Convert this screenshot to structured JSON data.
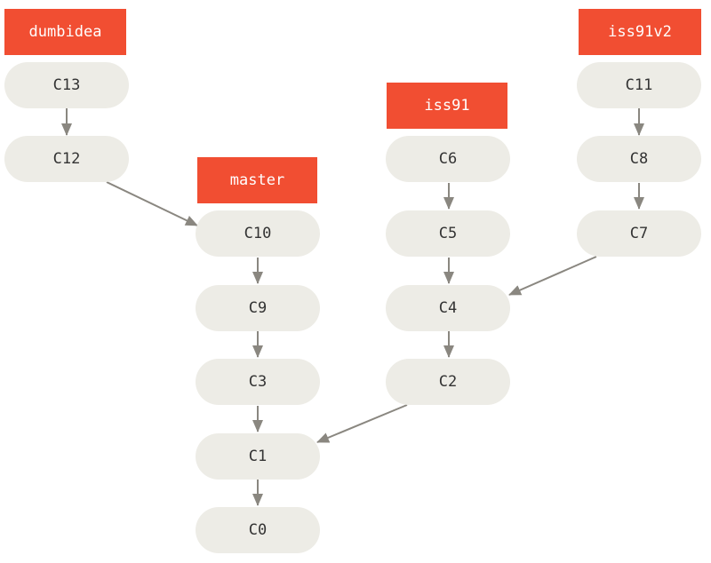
{
  "colors": {
    "commit_fill": "#edece6",
    "branch_fill": "#f14e32",
    "arrow": "#8a8780",
    "commit_text": "#333333",
    "branch_text": "#ffffff"
  },
  "branches": {
    "dumbidea": "dumbidea",
    "master": "master",
    "iss91": "iss91",
    "iss91v2": "iss91v2"
  },
  "commits": {
    "c0": "C0",
    "c1": "C1",
    "c2": "C2",
    "c3": "C3",
    "c4": "C4",
    "c5": "C5",
    "c6": "C6",
    "c7": "C7",
    "c8": "C8",
    "c9": "C9",
    "c10": "C10",
    "c11": "C11",
    "c12": "C12",
    "c13": "C13"
  },
  "edges": [
    [
      "C13",
      "C12"
    ],
    [
      "C12",
      "C10"
    ],
    [
      "C10",
      "C9"
    ],
    [
      "C9",
      "C3"
    ],
    [
      "C3",
      "C1"
    ],
    [
      "C1",
      "C0"
    ],
    [
      "C6",
      "C5"
    ],
    [
      "C5",
      "C4"
    ],
    [
      "C4",
      "C2"
    ],
    [
      "C2",
      "C1"
    ],
    [
      "C11",
      "C8"
    ],
    [
      "C8",
      "C7"
    ],
    [
      "C7",
      "C4"
    ]
  ]
}
